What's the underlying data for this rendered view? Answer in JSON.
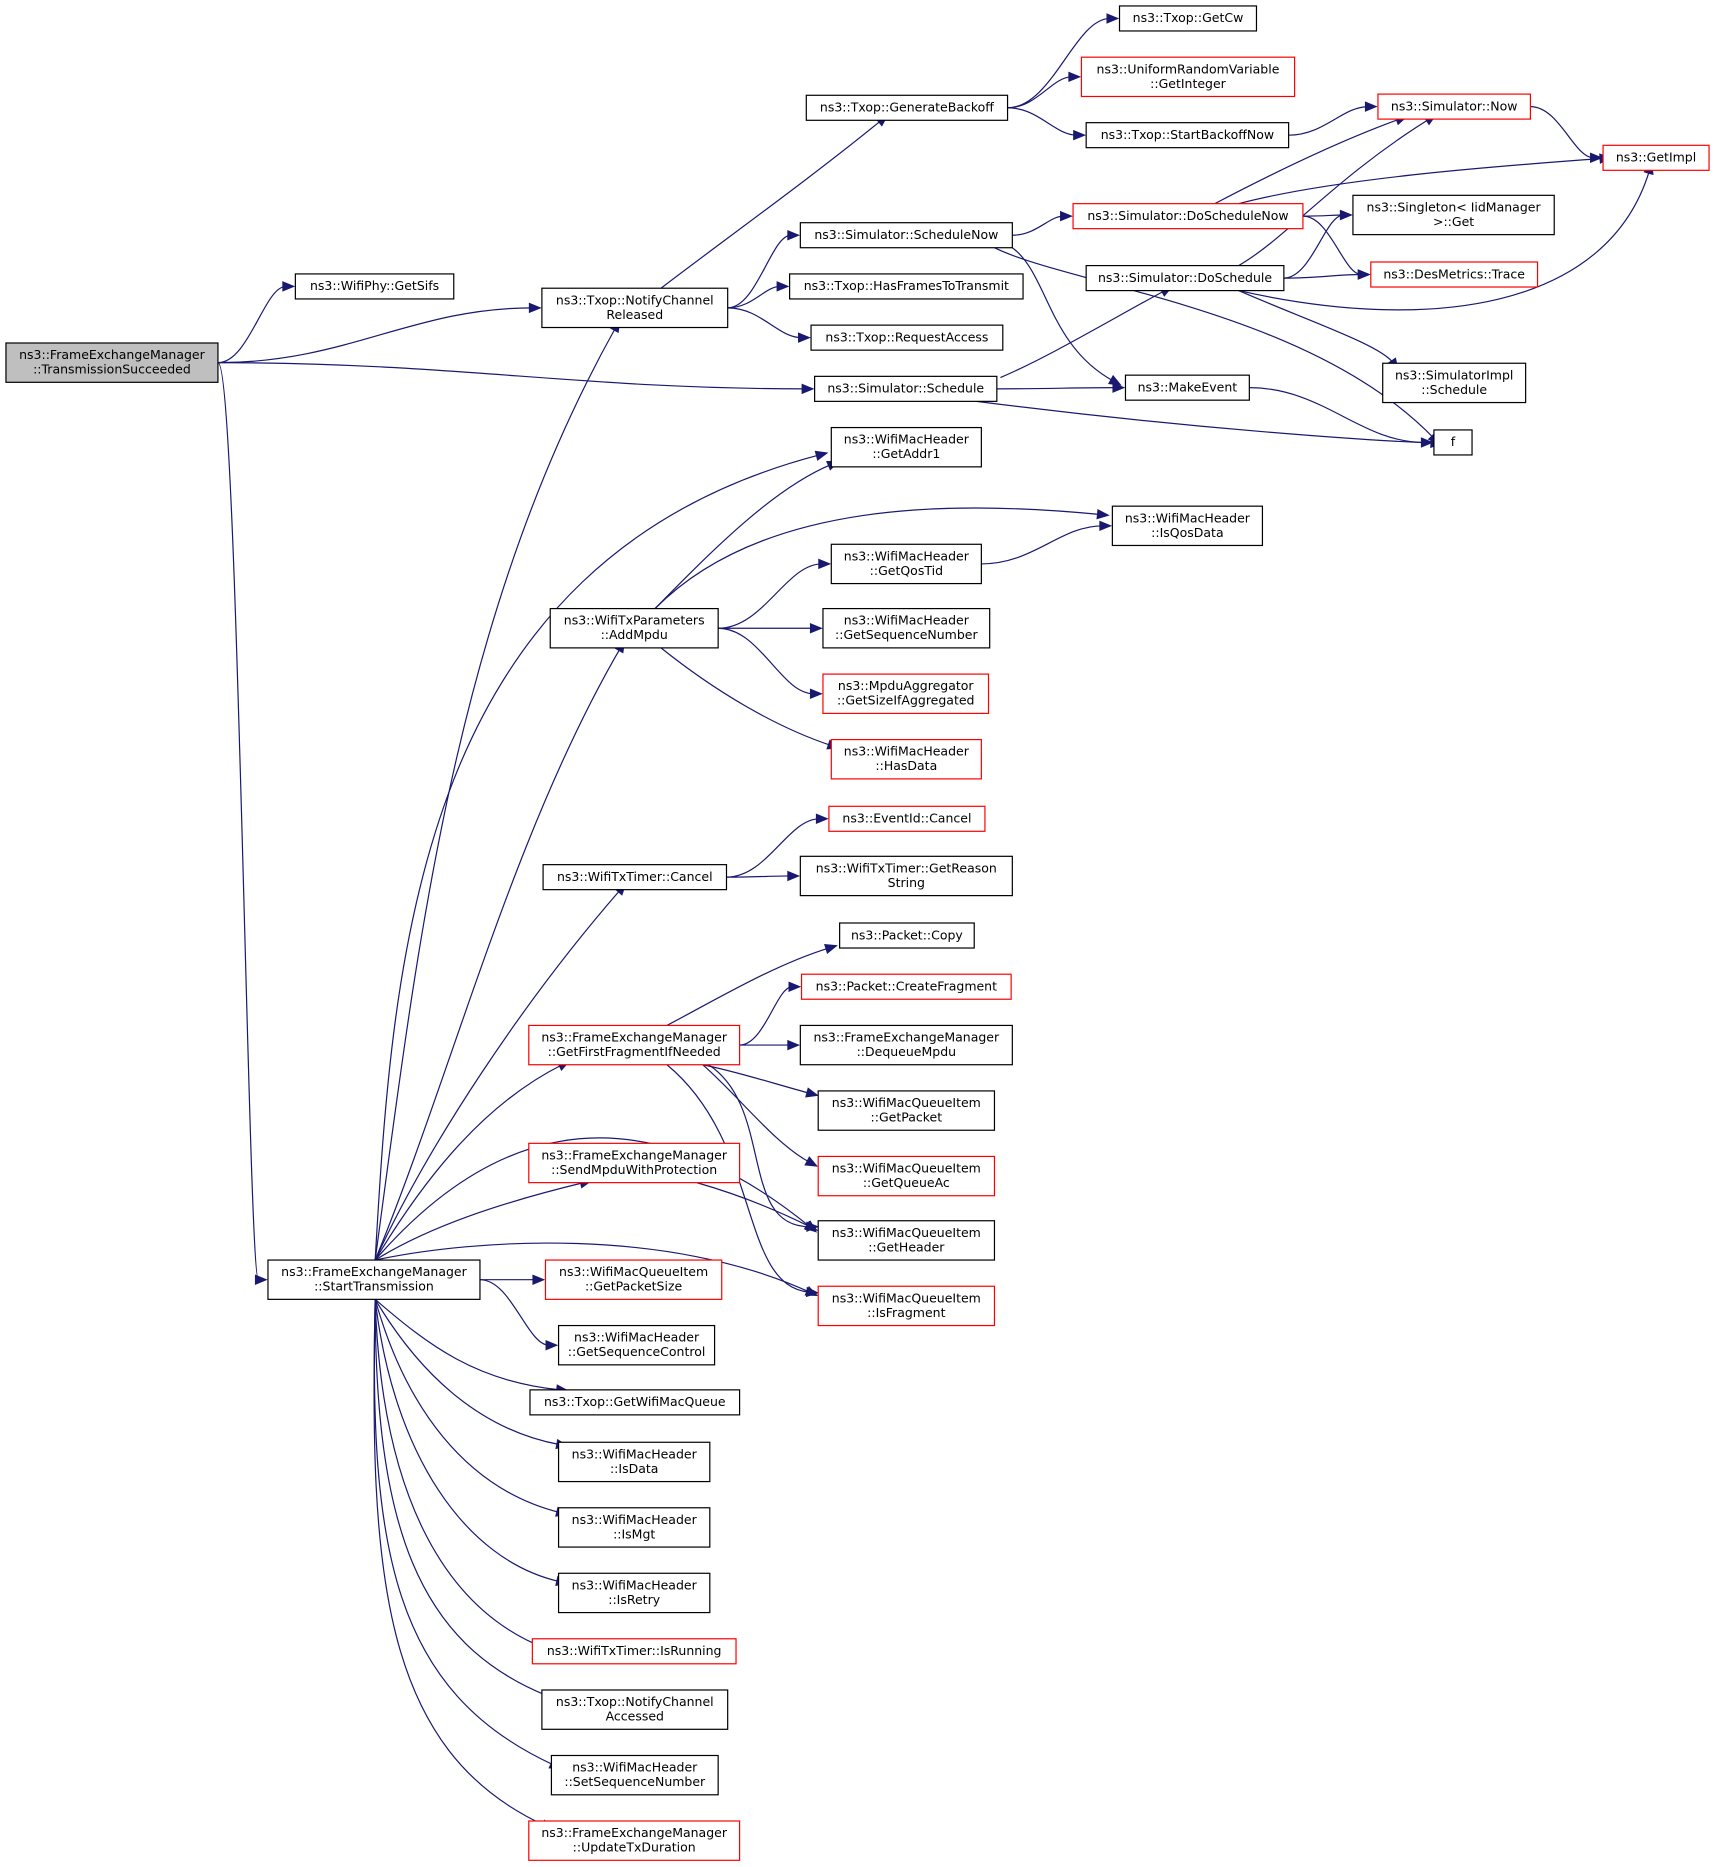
{
  "graph": {
    "nodes": [
      {
        "id": "n0",
        "lines": [
          "ns3::FrameExchangeManager",
          "::TransmissionSucceeded"
        ],
        "style": "root"
      },
      {
        "id": "n1",
        "lines": [
          "ns3::WifiPhy::GetSifs"
        ],
        "style": "normal"
      },
      {
        "id": "n2",
        "lines": [
          "ns3::Txop::NotifyChannel",
          "Released"
        ],
        "style": "normal"
      },
      {
        "id": "n3",
        "lines": [
          "ns3::Simulator::Schedule"
        ],
        "style": "normal"
      },
      {
        "id": "n4",
        "lines": [
          "ns3::FrameExchangeManager",
          "::StartTransmission"
        ],
        "style": "normal"
      },
      {
        "id": "n5",
        "lines": [
          "ns3::Txop::GenerateBackoff"
        ],
        "style": "normal"
      },
      {
        "id": "n6",
        "lines": [
          "ns3::Txop::GetCw"
        ],
        "style": "normal"
      },
      {
        "id": "n7",
        "lines": [
          "ns3::UniformRandomVariable",
          "::GetInteger"
        ],
        "style": "truncated"
      },
      {
        "id": "n8",
        "lines": [
          "ns3::Txop::StartBackoffNow"
        ],
        "style": "normal"
      },
      {
        "id": "n9",
        "lines": [
          "ns3::Simulator::Now"
        ],
        "style": "truncated"
      },
      {
        "id": "n10",
        "lines": [
          "ns3::GetImpl"
        ],
        "style": "truncated"
      },
      {
        "id": "n11",
        "lines": [
          "ns3::Simulator::ScheduleNow"
        ],
        "style": "normal"
      },
      {
        "id": "n12",
        "lines": [
          "ns3::Simulator::DoScheduleNow"
        ],
        "style": "truncated"
      },
      {
        "id": "n13",
        "lines": [
          "ns3::Singleton< IidManager",
          " >::Get"
        ],
        "style": "normal"
      },
      {
        "id": "n14",
        "lines": [
          "ns3::DesMetrics::Trace"
        ],
        "style": "truncated"
      },
      {
        "id": "n15",
        "lines": [
          "ns3::MakeEvent"
        ],
        "style": "normal"
      },
      {
        "id": "n16",
        "lines": [
          "f"
        ],
        "style": "normal"
      },
      {
        "id": "n17",
        "lines": [
          "ns3::Txop::HasFramesToTransmit"
        ],
        "style": "normal"
      },
      {
        "id": "n18",
        "lines": [
          "ns3::Txop::RequestAccess"
        ],
        "style": "normal"
      },
      {
        "id": "n19",
        "lines": [
          "ns3::Simulator::DoSchedule"
        ],
        "style": "normal"
      },
      {
        "id": "n20",
        "lines": [
          "ns3::SimulatorImpl",
          "::Schedule"
        ],
        "style": "normal"
      },
      {
        "id": "n21",
        "lines": [
          "ns3::WifiMacHeader",
          "::GetAddr1"
        ],
        "style": "normal"
      },
      {
        "id": "n22",
        "lines": [
          "ns3::WifiMacHeader",
          "::IsQosData"
        ],
        "style": "normal"
      },
      {
        "id": "n23",
        "lines": [
          "ns3::WifiTxParameters",
          "::AddMpdu"
        ],
        "style": "normal"
      },
      {
        "id": "n24",
        "lines": [
          "ns3::WifiMacHeader",
          "::GetQosTid"
        ],
        "style": "normal"
      },
      {
        "id": "n25",
        "lines": [
          "ns3::WifiMacHeader",
          "::GetSequenceNumber"
        ],
        "style": "normal"
      },
      {
        "id": "n26",
        "lines": [
          "ns3::MpduAggregator",
          "::GetSizeIfAggregated"
        ],
        "style": "truncated"
      },
      {
        "id": "n27",
        "lines": [
          "ns3::WifiMacHeader",
          "::HasData"
        ],
        "style": "truncated"
      },
      {
        "id": "n28",
        "lines": [
          "ns3::EventId::Cancel"
        ],
        "style": "truncated"
      },
      {
        "id": "n29",
        "lines": [
          "ns3::WifiTxTimer::Cancel"
        ],
        "style": "normal"
      },
      {
        "id": "n30",
        "lines": [
          "ns3::WifiTxTimer::GetReason",
          "String"
        ],
        "style": "normal"
      },
      {
        "id": "n31",
        "lines": [
          "ns3::Packet::Copy"
        ],
        "style": "normal"
      },
      {
        "id": "n32",
        "lines": [
          "ns3::Packet::CreateFragment"
        ],
        "style": "truncated"
      },
      {
        "id": "n33",
        "lines": [
          "ns3::FrameExchangeManager",
          "::GetFirstFragmentIfNeeded"
        ],
        "style": "truncated"
      },
      {
        "id": "n34",
        "lines": [
          "ns3::FrameExchangeManager",
          "::DequeueMpdu"
        ],
        "style": "normal"
      },
      {
        "id": "n35",
        "lines": [
          "ns3::WifiMacQueueItem",
          "::GetPacket"
        ],
        "style": "normal"
      },
      {
        "id": "n36",
        "lines": [
          "ns3::WifiMacQueueItem",
          "::GetQueueAc"
        ],
        "style": "truncated"
      },
      {
        "id": "n37",
        "lines": [
          "ns3::FrameExchangeManager",
          "::SendMpduWithProtection"
        ],
        "style": "truncated"
      },
      {
        "id": "n38",
        "lines": [
          "ns3::WifiMacQueueItem",
          "::GetHeader"
        ],
        "style": "normal"
      },
      {
        "id": "n39",
        "lines": [
          "ns3::WifiMacQueueItem",
          "::GetPacketSize"
        ],
        "style": "truncated"
      },
      {
        "id": "n40",
        "lines": [
          "ns3::WifiMacQueueItem",
          "::IsFragment"
        ],
        "style": "truncated"
      },
      {
        "id": "n41",
        "lines": [
          "ns3::WifiMacHeader",
          "::GetSequenceControl"
        ],
        "style": "normal"
      },
      {
        "id": "n42",
        "lines": [
          "ns3::Txop::GetWifiMacQueue"
        ],
        "style": "normal"
      },
      {
        "id": "n43",
        "lines": [
          "ns3::WifiMacHeader",
          "::IsData"
        ],
        "style": "normal"
      },
      {
        "id": "n44",
        "lines": [
          "ns3::WifiMacHeader",
          "::IsMgt"
        ],
        "style": "normal"
      },
      {
        "id": "n45",
        "lines": [
          "ns3::WifiMacHeader",
          "::IsRetry"
        ],
        "style": "normal"
      },
      {
        "id": "n46",
        "lines": [
          "ns3::WifiTxTimer::IsRunning"
        ],
        "style": "truncated"
      },
      {
        "id": "n47",
        "lines": [
          "ns3::Txop::NotifyChannel",
          "Accessed"
        ],
        "style": "normal"
      },
      {
        "id": "n48",
        "lines": [
          "ns3::WifiMacHeader",
          "::SetSequenceNumber"
        ],
        "style": "normal"
      },
      {
        "id": "n49",
        "lines": [
          "ns3::FrameExchangeManager",
          "::UpdateTxDuration"
        ],
        "style": "truncated"
      }
    ],
    "edges": [
      [
        "n0",
        "n1"
      ],
      [
        "n0",
        "n2"
      ],
      [
        "n0",
        "n3"
      ],
      [
        "n0",
        "n4"
      ],
      [
        "n2",
        "n5"
      ],
      [
        "n2",
        "n11"
      ],
      [
        "n2",
        "n17"
      ],
      [
        "n2",
        "n18"
      ],
      [
        "n5",
        "n6"
      ],
      [
        "n5",
        "n7"
      ],
      [
        "n5",
        "n8"
      ],
      [
        "n8",
        "n9"
      ],
      [
        "n9",
        "n10"
      ],
      [
        "n11",
        "n12"
      ],
      [
        "n11",
        "n15"
      ],
      [
        "n11",
        "n16"
      ],
      [
        "n12",
        "n9"
      ],
      [
        "n12",
        "n10"
      ],
      [
        "n12",
        "n13"
      ],
      [
        "n12",
        "n14"
      ],
      [
        "n3",
        "n19"
      ],
      [
        "n3",
        "n15"
      ],
      [
        "n3",
        "n16"
      ],
      [
        "n19",
        "n9"
      ],
      [
        "n19",
        "n10"
      ],
      [
        "n19",
        "n13"
      ],
      [
        "n19",
        "n14"
      ],
      [
        "n19",
        "n20"
      ],
      [
        "n15",
        "n16"
      ],
      [
        "n4",
        "n2"
      ],
      [
        "n4",
        "n21"
      ],
      [
        "n4",
        "n23"
      ],
      [
        "n4",
        "n29"
      ],
      [
        "n4",
        "n33"
      ],
      [
        "n4",
        "n37"
      ],
      [
        "n4",
        "n38"
      ],
      [
        "n4",
        "n39"
      ],
      [
        "n4",
        "n40"
      ],
      [
        "n4",
        "n41"
      ],
      [
        "n4",
        "n42"
      ],
      [
        "n4",
        "n43"
      ],
      [
        "n4",
        "n44"
      ],
      [
        "n4",
        "n45"
      ],
      [
        "n4",
        "n46"
      ],
      [
        "n4",
        "n47"
      ],
      [
        "n4",
        "n48"
      ],
      [
        "n4",
        "n49"
      ],
      [
        "n23",
        "n21"
      ],
      [
        "n23",
        "n22"
      ],
      [
        "n23",
        "n24"
      ],
      [
        "n23",
        "n25"
      ],
      [
        "n23",
        "n26"
      ],
      [
        "n23",
        "n27"
      ],
      [
        "n24",
        "n22"
      ],
      [
        "n29",
        "n28"
      ],
      [
        "n29",
        "n30"
      ],
      [
        "n33",
        "n31"
      ],
      [
        "n33",
        "n32"
      ],
      [
        "n33",
        "n34"
      ],
      [
        "n33",
        "n35"
      ],
      [
        "n33",
        "n36"
      ],
      [
        "n33",
        "n38"
      ],
      [
        "n33",
        "n40"
      ],
      [
        "n37",
        "n38"
      ]
    ]
  }
}
